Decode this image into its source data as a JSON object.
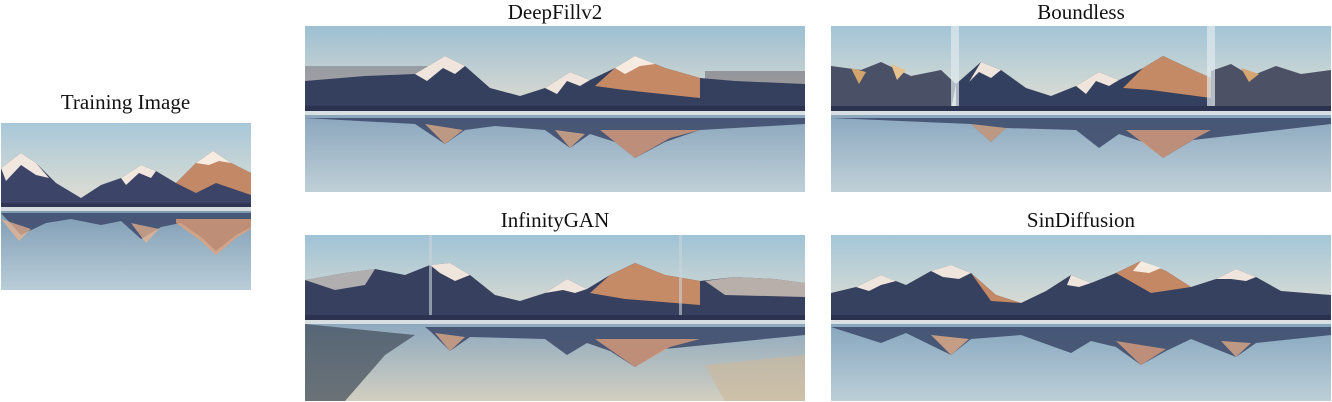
{
  "figure": {
    "training": {
      "caption": "Training Image"
    },
    "panels": [
      {
        "key": "deepfill",
        "caption": "DeepFillv2"
      },
      {
        "key": "boundless",
        "caption": "Boundless"
      },
      {
        "key": "infinity",
        "caption": "InfinityGAN"
      },
      {
        "key": "sindiffusion",
        "caption": "SinDiffusion"
      }
    ]
  },
  "colors": {
    "sky_top": "#a9c9da",
    "sky_bottom": "#dfe0d4",
    "mountain_lit": "#c78c6a",
    "mountain_shadow": "#3b4565",
    "snow": "#f2ece6",
    "water_top": "#8fb0c7",
    "water_bottom": "#b8cbd6"
  }
}
